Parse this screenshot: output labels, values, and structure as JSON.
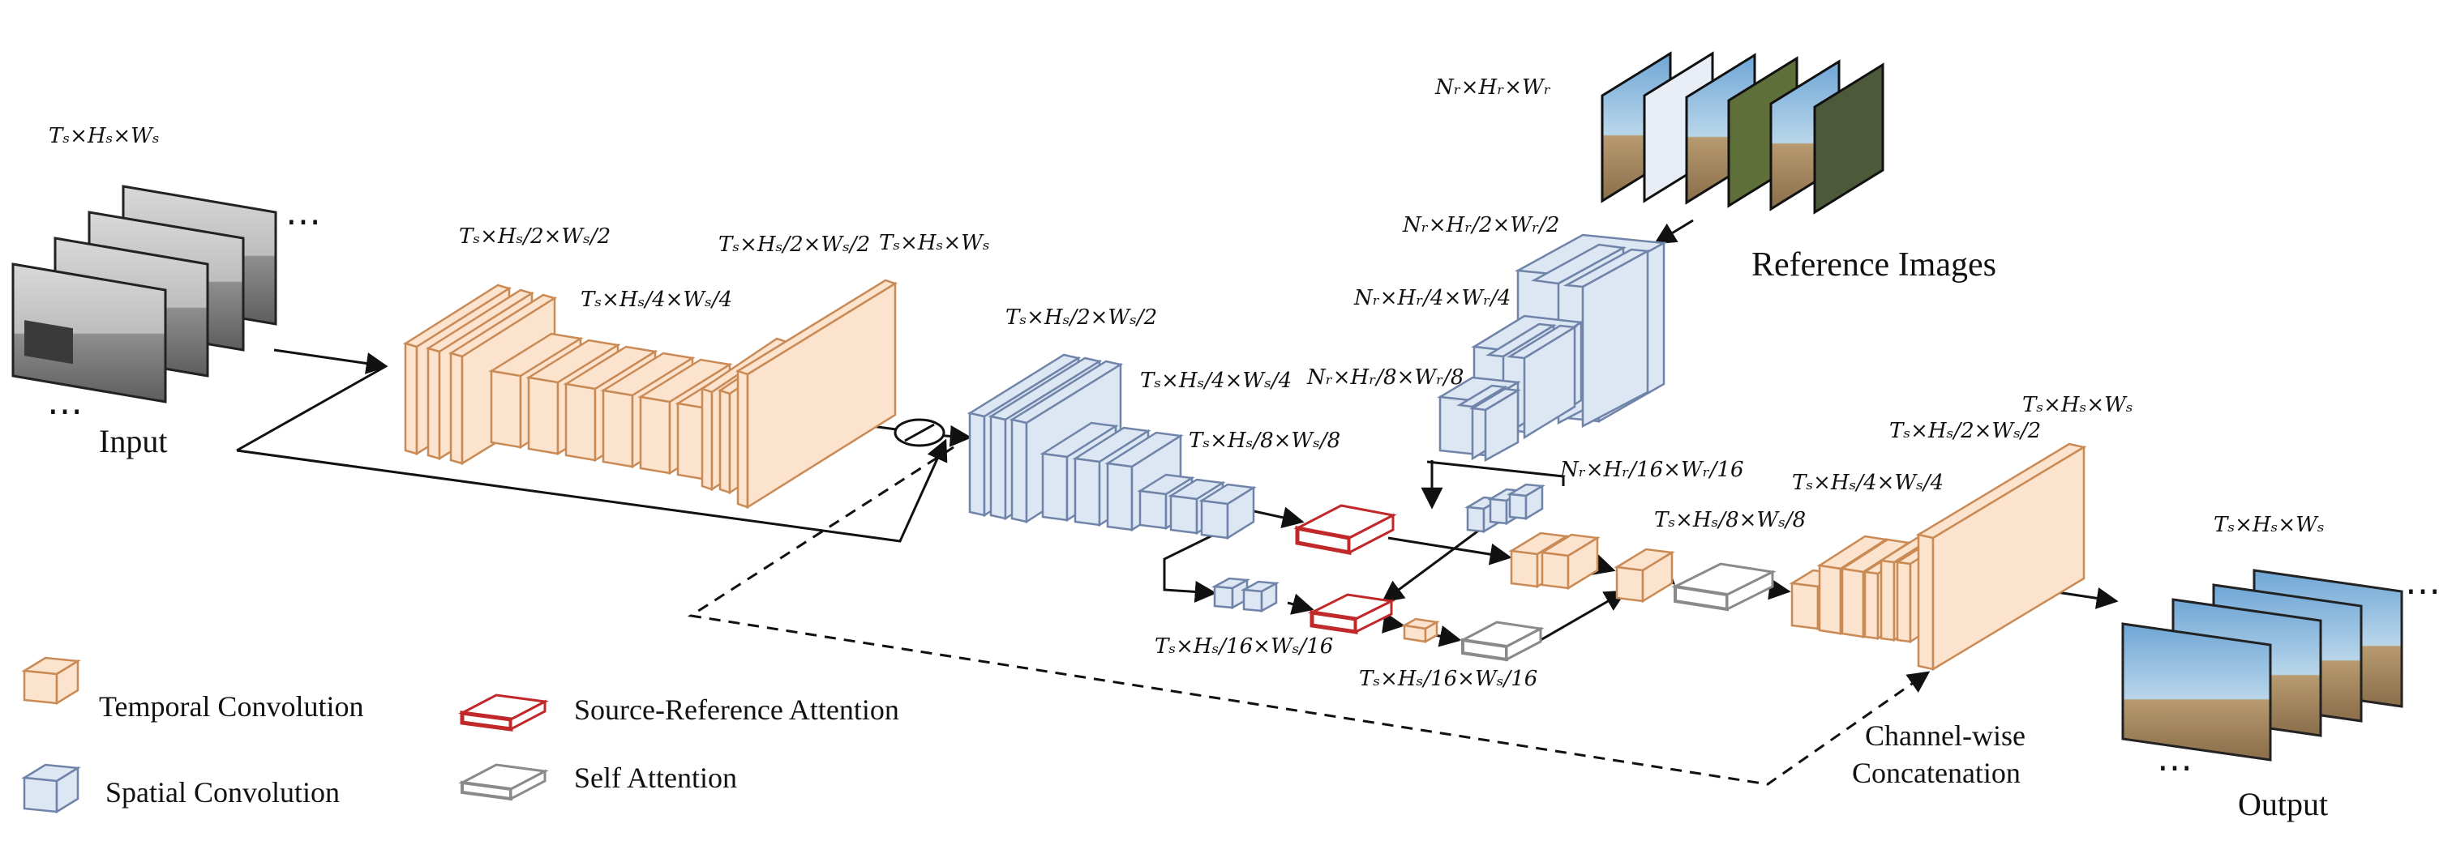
{
  "labels": {
    "input": "Input",
    "output": "Output",
    "reference_images": "Reference Images",
    "channel_concat_line1": "Channel-wise",
    "channel_concat_line2": "Concatenation",
    "ellipsis": "⋯"
  },
  "legend": {
    "temporal": "Temporal Convolution",
    "spatial": "Spatial Convolution",
    "src_ref_attn": "Source-Reference Attention",
    "self_attn": "Self Attention"
  },
  "dims": {
    "d_input": "Tₛ×Hₛ×Wₛ",
    "d_enc1": "Tₛ×Hₛ/2×Wₛ/2",
    "d_enc2": "Tₛ×Hₛ/4×Wₛ/4",
    "d_enc3": "Tₛ×Hₛ/2×Wₛ/2",
    "d_enc4": "Tₛ×Hₛ×Wₛ",
    "d_sp1": "Tₛ×Hₛ/2×Wₛ/2",
    "d_sp2": "Tₛ×Hₛ/4×Wₛ/4",
    "d_sp3": "Tₛ×Hₛ/8×Wₛ/8",
    "d_sp4": "Tₛ×Hₛ/16×Wₛ/16",
    "d_sp5": "Tₛ×Hₛ/16×Wₛ/16",
    "d_ref0": "Nᵣ×Hᵣ×Wᵣ",
    "d_ref1": "Nᵣ×Hᵣ/2×Wᵣ/2",
    "d_ref2": "Nᵣ×Hᵣ/4×Wᵣ/4",
    "d_ref3": "Nᵣ×Hᵣ/8×Wᵣ/8",
    "d_ref4": "Nᵣ×Hᵣ/16×Wᵣ/16",
    "d_dec1": "Tₛ×Hₛ/8×Wₛ/8",
    "d_dec2": "Tₛ×Hₛ/4×Wₛ/4",
    "d_dec3": "Tₛ×Hₛ/2×Wₛ/2",
    "d_dec4": "Tₛ×Hₛ×Wₛ",
    "d_output": "Tₛ×Hₛ×Wₛ"
  },
  "colors": {
    "temporal_fill": "#fbe3cd",
    "temporal_stroke": "#c98a55",
    "spatial_fill": "#dde6f3",
    "spatial_stroke": "#6f84a8",
    "attn_red": "#c0282a",
    "self_attn_stroke": "#8a8a8a",
    "arrow": "#111111"
  }
}
